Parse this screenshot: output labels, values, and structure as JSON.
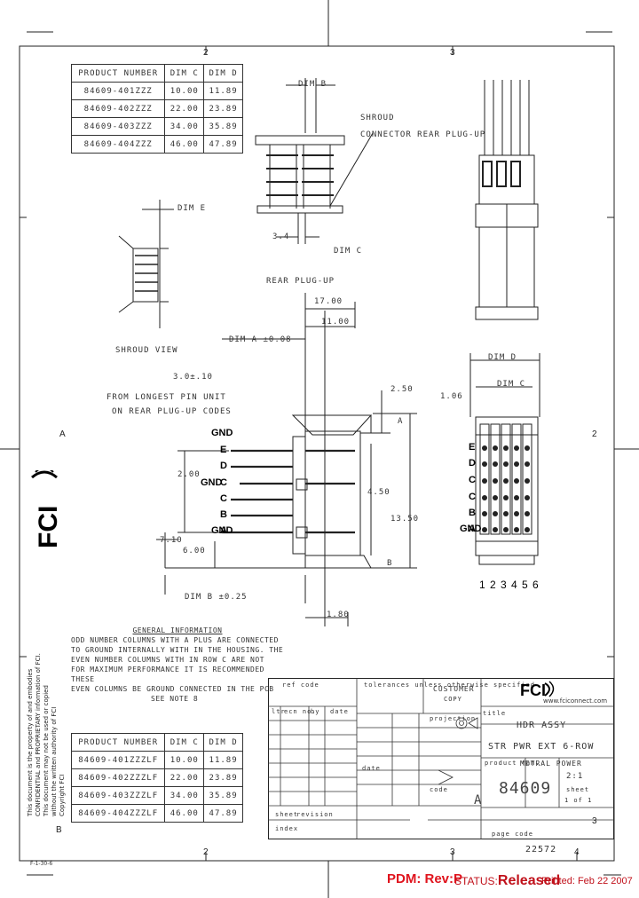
{
  "grid": {
    "top": [
      "2",
      "3"
    ],
    "bottom": [
      "2",
      "3",
      "4"
    ],
    "left": [
      "A",
      "B"
    ],
    "right": [
      "2",
      "3"
    ]
  },
  "table_top": {
    "headers": [
      "PRODUCT NUMBER",
      "DIM C",
      "DIM D"
    ],
    "rows": [
      [
        "84609-401ZZZ",
        "10.00",
        "11.89"
      ],
      [
        "84609-402ZZZ",
        "22.00",
        "23.89"
      ],
      [
        "84609-403ZZZ",
        "34.00",
        "35.89"
      ],
      [
        "84609-404ZZZ",
        "46.00",
        "47.89"
      ]
    ]
  },
  "table_bottom": {
    "headers": [
      "PRODUCT NUMBER",
      "DIM C",
      "DIM D"
    ],
    "rows": [
      [
        "84609-401ZZZLF",
        "10.00",
        "11.89"
      ],
      [
        "84609-402ZZZLF",
        "22.00",
        "23.89"
      ],
      [
        "84609-403ZZZLF",
        "34.00",
        "35.89"
      ],
      [
        "84609-404ZZZLF",
        "46.00",
        "47.89"
      ]
    ]
  },
  "labels": {
    "dim_b": "DIM B",
    "dim_e": "DIM E",
    "dim_d": "DIM D",
    "dim_c": "DIM C",
    "shroud_note_1": "SHROUD",
    "shroud_note_2": "CONNECTOR REAR PLUG-UP",
    "d34": "3.4",
    "rear_plug_up": "REAR PLUG-UP",
    "shroud_view": "SHROUD VIEW",
    "d1700": "17.00",
    "d1100": "11.00",
    "dim_a": "DIM A ±0.08",
    "d3": "3.0±.10",
    "from_longest": "FROM LONGEST PIN UNIT",
    "on_rear": "ON REAR PLUG-UP CODES",
    "d250": "2.50",
    "d106": "1.06",
    "d200": "2.00",
    "d450": "4.50",
    "d1350": "13.50",
    "d710": "7.10",
    "d600": "6.00",
    "dim_b_tol": "DIM B ±0.25",
    "d180": "1.80",
    "ref_a": "A",
    "ref_b": "B"
  },
  "pin_rows_side": [
    "GND",
    "E",
    "D",
    "C",
    "GND",
    "C",
    "B",
    "A",
    "GND"
  ],
  "pin_rows_front": [
    "E",
    "D",
    "C",
    "C",
    "B",
    "A",
    "GND"
  ],
  "column_numbers": "1 2 3 4 5 6",
  "general_info": {
    "title": "GENERAL INFORMATION",
    "lines": [
      "ODD NUMBER COLUMNS WITH A PLUS ARE CONNECTED",
      "TO GROUND INTERNALLY WITH IN THE HOUSING. THE",
      "EVEN NUMBER COLUMNS WITH IN ROW C ARE NOT",
      "FOR MAXIMUM PERFORMANCE IT IS RECOMMENDED THESE",
      "EVEN COLUMNS BE GROUND CONNECTED IN THE PCB",
      "SEE NOTE 8"
    ]
  },
  "confidential_text": [
    "This document is the property of and embodies",
    "CONFIDENTIAL and PROPRIETARY information of FCI.",
    "This document may not be used or copied",
    "without the written authority of FCI",
    "Copyright FCI"
  ],
  "title_block": {
    "brand": "FCI",
    "website": "www.fciconnect.com",
    "tolerances": "tolerances unless otherwise specified",
    "customer": "CUSTOMER",
    "ref_code": "ref code",
    "projection": "projection",
    "title_label": "title",
    "title_line1": "HDR ASSY",
    "title_line2": "STR PWR EXT 6-ROW",
    "product_family_label": "product fam.",
    "product_family": "METRAL POWER",
    "drawing_no": "84609",
    "size": "A",
    "code_label": "code",
    "sheet_label": "sheet",
    "sheet_value": "1 of 1",
    "scale": "2:1",
    "rev_table_headers": [
      "ltr",
      "ecn no.",
      "by",
      "date"
    ],
    "sheet_row": "sheet",
    "revision_row": "revision",
    "index_row": "index",
    "page_code_label": "page code",
    "page_code": "22572",
    "pdm_label": "PDM:",
    "rev_label": "Rev:P",
    "status_label": "STATUS:",
    "status_value": "Released",
    "printed": "Printed: Feb 22 2007",
    "copy": "COPY",
    "date_label": "date"
  },
  "sheet_ref": "F-1-30-6"
}
